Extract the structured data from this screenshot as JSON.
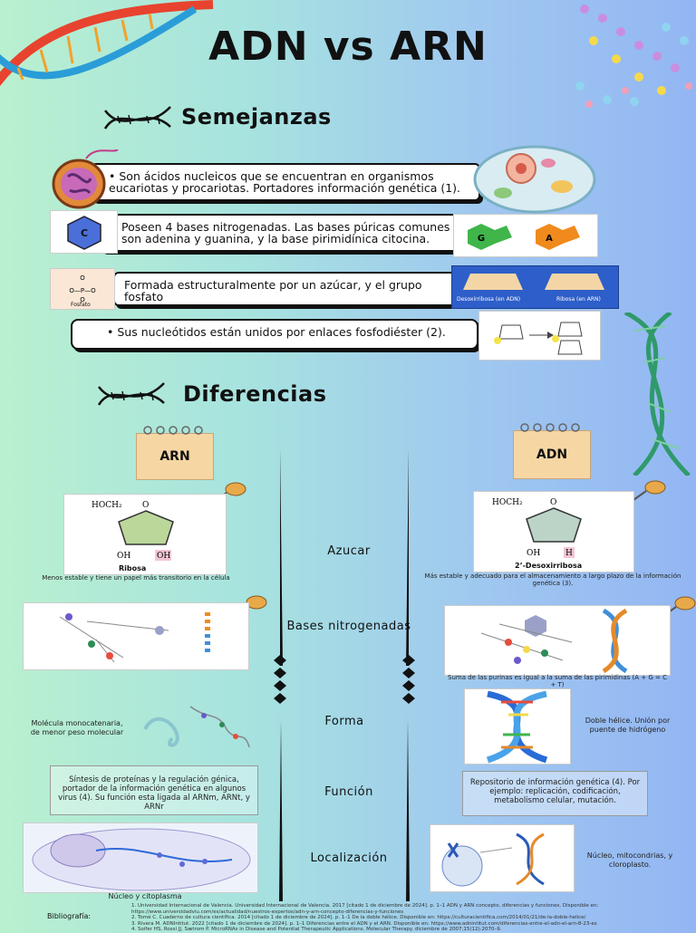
{
  "title": "ADN vs ARN",
  "semejanzas": {
    "heading": "Semejanzas",
    "items": [
      "Son ácidos nucleicos que se encuentran en organismos eucariotas y procariotas. Portadores información genética (1).",
      "Poseen 4 bases nitrogenadas. Las bases púricas comunes son adenina y guanina, y la base pirimidínica citocina.",
      "Formada estructuralmente por un azúcar, y el grupo fosfato",
      "Sus nucleótidos están unidos por enlaces fosfodiéster (2)."
    ],
    "base_letters": [
      "C",
      "G",
      "A"
    ],
    "fosfato_label": "Fosfato",
    "sugar_labels": [
      "Desoxirribosa (en ADN)",
      "Ribosa (en ARN)"
    ]
  },
  "diferencias": {
    "heading": "Diferencias",
    "tag_left": "ARN",
    "tag_right": "ADN",
    "categories": [
      "Azucar",
      "Bases nitrogenadas",
      "Forma",
      "Función",
      "Localización"
    ],
    "left": {
      "sugar_caption": "Ribosa",
      "sugar_note": "Menos estable y tiene un papel más transitorio en la célula",
      "forma_note": "Molécula monocatenaria, de menor peso molecular",
      "funcion_note": "Síntesis de proteínas y la regulación génica, portador de la información genética en algunos virus (4). Su función esta ligada al ARNm, ARNt, y ARNr",
      "localizacion_note": "Núcleo y citoplasma"
    },
    "right": {
      "sugar_caption": "2’-Desoxirribosa",
      "sugar_note": "Más estable y adecuado para el almacenamiento a largo plazo de la información genética (3).",
      "bases_note": "Suma de las purinas es igual a la suma de las pirimidinas (A + G = C + T)",
      "forma_note": "Doble hélice. Unión por puente de hidrógeno",
      "funcion_note": "Repositorio de información genética (4). Por ejemplo: replicación, codificación, metabolismo celular, mutación.",
      "localizacion_note": "Núcleo, mitocondrias, y cloroplasto."
    }
  },
  "bibliografia": {
    "label": "Bibliografía:",
    "refs": [
      "1. Universidad Internacional de Valencia. Universidad Internacional de Valencia. 2017 [citado 1 de diciembre de 2024]. p. 1–1 ADN y ARN concepto, diferencias y funciones. Disponible en: https://www.universidadviu.com/es/actualidad/nuestros-expertos/adn-y-arn-concepto-diferencias-y-funciones",
      "2. Tomé C. Cuaderno de cultura científica. 2014 [citado 1 de diciembre de 2024]. p. 1–1 De la doble hélice. Disponible en: https://culturacientifica.com/2014/01/21/de-la-doble-helice/",
      "3. Rivera M. ADNIntitut. 2022 [citado 1 de diciembre de 2024]. p. 1–1 Diferencias entre el ADN y el ARN. Disponible en: https://www.adnintitut.com/diferencias-entre-el-adn-el-arn-8-23-es",
      "4. Soifer HS, Rossi JJ, Sætrom P. MicroRNAs in Disease and Potential Therapeutic Applications. Molecular Therapy. diciembre de 2007;15(12):2070–9."
    ]
  },
  "colors": {
    "helix_red": "#e8432f",
    "helix_blue": "#2a9dd8",
    "helix_green": "#2f9a6a",
    "tag": "#f6d7a4"
  }
}
